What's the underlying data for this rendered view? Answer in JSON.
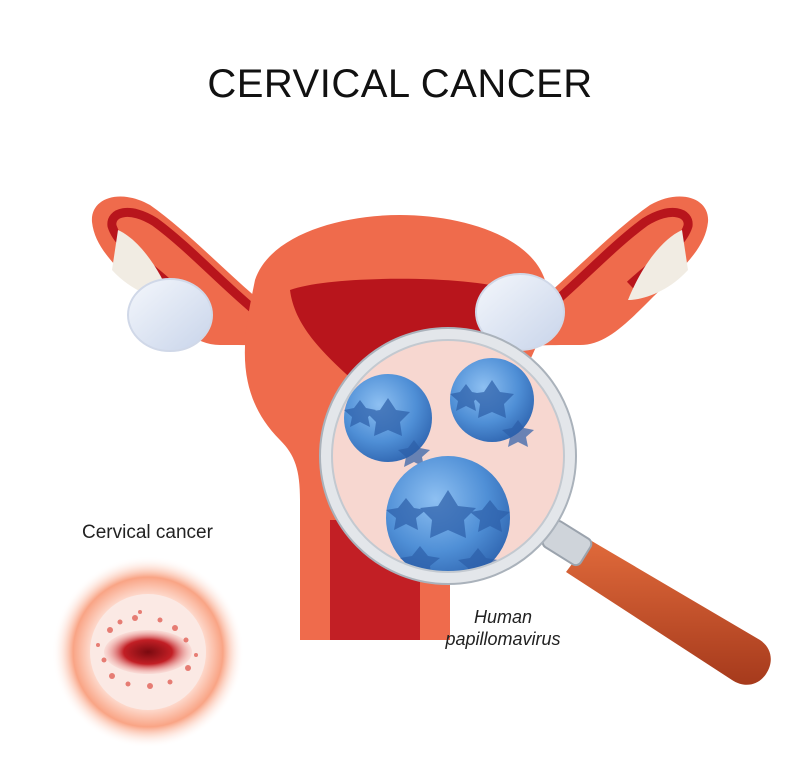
{
  "title": "CERVICAL CANCER",
  "labels": {
    "cervical_cancer": "Cervical cancer",
    "virus_line1": "Human",
    "virus_line2": "papillomavirus"
  },
  "colors": {
    "uterus_outer": "#ef6b4c",
    "uterus_inner": "#b8151c",
    "ovary": "#dde6f5",
    "virus": "#4f8fd6",
    "lens_background": "#f8dcd6",
    "handle": "#c9502a"
  }
}
